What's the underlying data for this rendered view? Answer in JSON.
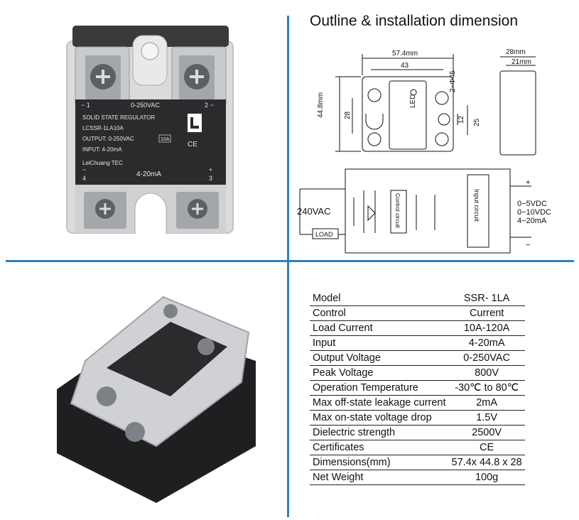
{
  "diagram": {
    "title": "Outline & installation dimension",
    "dims": {
      "width_total": "57.4mm",
      "width_inner": "43",
      "height_total": "44.8mm",
      "height_inner": "28",
      "hole_label": "2−Φ45",
      "spacing_small": "12",
      "spacing_right": "25",
      "depth_total": "28mm",
      "depth_inner": "21mm",
      "led_label": "LED"
    },
    "circuit": {
      "supply_label": "240VAC",
      "load_label": "LOAD",
      "control_label": "Control circuit",
      "input_label": "Input circuit",
      "plus": "+",
      "minus": "−",
      "signals": [
        "0−5VDC",
        "0−10VDC",
        "4−20mA"
      ]
    }
  },
  "relay_face": {
    "terminal_1": "~ 1",
    "voltage": "0-250VAC",
    "terminal_2": "2 ~",
    "title": "SOLID STATE REGULATOR",
    "model": "LCSSR-1LA10A",
    "output": "OUTPUT: 0-250VAC",
    "rating": "10A",
    "input": "INPUT: 4-20mA",
    "brand": "LeiChuang TEC",
    "ce": "CE",
    "minus_label": "−",
    "terminal_4": "4",
    "input_range": "4-20mA",
    "plus_label": "+",
    "terminal_3": "3"
  },
  "specs": [
    {
      "label": "Model",
      "value": "SSR- 1LA"
    },
    {
      "label": "Control",
      "value": "Current"
    },
    {
      "label": " Load Current",
      "value": "10A-120A"
    },
    {
      "label": " Input",
      "value": "4-20mA"
    },
    {
      "label": "Output Voltage",
      "value": "0-250VAC"
    },
    {
      "label": " Peak Voltage",
      "value": "800V"
    },
    {
      "label": "Operation Temperature",
      "value": "-30℃ to 80℃"
    },
    {
      "label": "Max off-state leakage current",
      "value": "2mA"
    },
    {
      "label": "Max on-state voltage drop",
      "value": "1.5V"
    },
    {
      "label": " Dielectric strength",
      "value": "2500V"
    },
    {
      "label": "Certificates",
      "value": "CE"
    },
    {
      "label": "Dimensions(mm)",
      "value": "57.4x 44.8 x 28"
    },
    {
      "label": "Net Weight",
      "value": "100g"
    }
  ],
  "colors": {
    "divider": "#2d7fc1",
    "relay_body": "#2b2b2d",
    "cover": "#d8dadc",
    "terminal_metal": "#9a9ea3"
  }
}
